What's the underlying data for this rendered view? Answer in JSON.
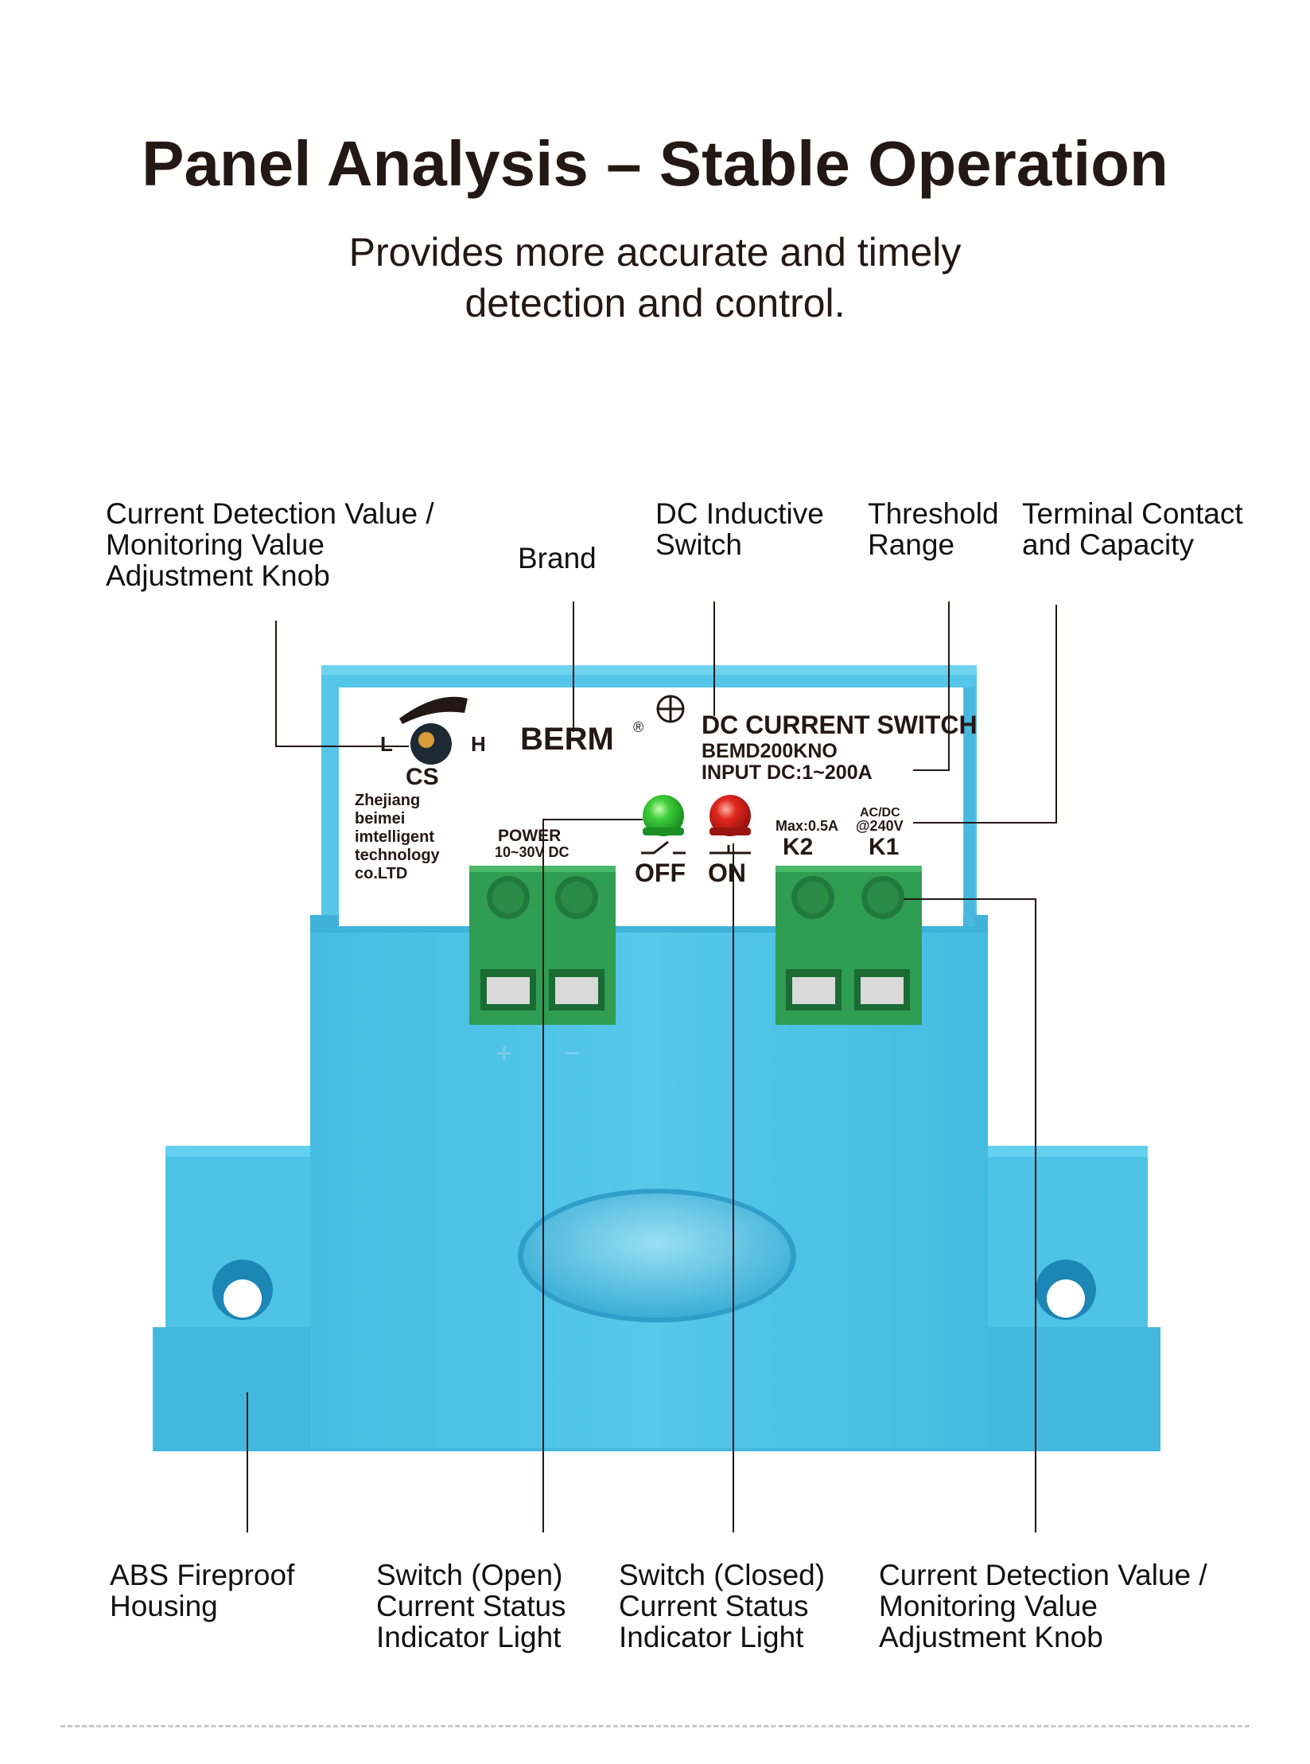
{
  "header": {
    "title": "Panel Analysis – Stable Operation",
    "subtitle_line1": "Provides more accurate and timely",
    "subtitle_line2": "detection and control."
  },
  "callouts_top": {
    "knob": [
      "Current Detection Value /",
      "Monitoring Value",
      "Adjustment Knob"
    ],
    "brand": [
      "Brand"
    ],
    "switch_type": [
      "DC Inductive",
      "Switch"
    ],
    "threshold": [
      "Threshold",
      "Range"
    ],
    "terminal": [
      "Terminal Contact",
      "and Capacity"
    ]
  },
  "callouts_bottom": {
    "housing": [
      "ABS Fireproof",
      "Housing"
    ],
    "open_light": [
      "Switch (Open)",
      "Current Status",
      "Indicator Light"
    ],
    "closed_light": [
      "Switch (Closed)",
      "Current Status",
      "Indicator Light"
    ],
    "knob2": [
      "Current Detection Value /",
      "Monitoring Value",
      "Adjustment Knob"
    ]
  },
  "label_panel": {
    "knob_low": "L",
    "knob_high": "H",
    "knob_name": "CS",
    "brand": "BERM",
    "registered": "®",
    "product_title": "DC CURRENT SWITCH",
    "model": "BEMD200KNO",
    "input": "INPUT DC:1~200A",
    "maker_lines": [
      "Zhejiang",
      "beimei",
      "imtelligent",
      "technology",
      "co.LTD"
    ],
    "power_label": "POWER",
    "power_range": "10~30V DC",
    "off_label": "OFF",
    "on_label": "ON",
    "contact_max": "Max:0.5A",
    "contact_type": "AC/DC",
    "contact_voltage": "@240V",
    "k2": "K2",
    "k1": "K1",
    "polarity_plus": "+",
    "polarity_minus": "−"
  },
  "colors": {
    "housing": "#4fc4e6",
    "housing_dark": "#35a9cf",
    "terminal_green": "#2f9d52",
    "led_green": "#2fbf3a",
    "led_red": "#d4211c",
    "text": "#231815"
  }
}
